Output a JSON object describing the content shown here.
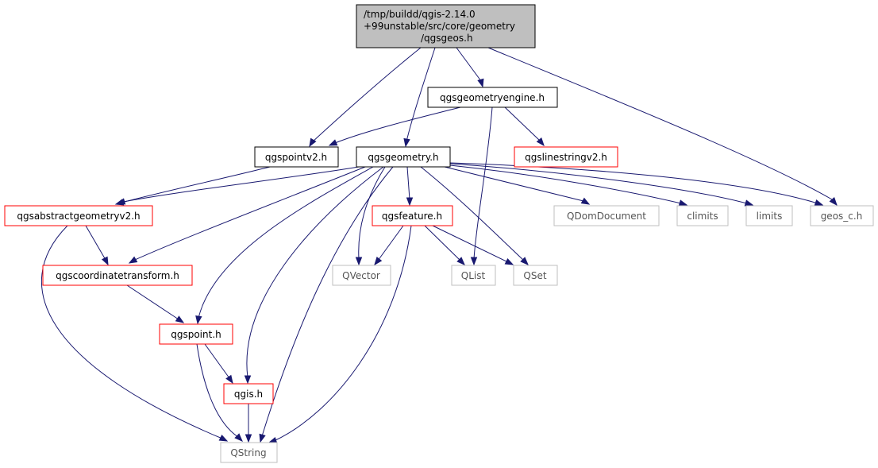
{
  "colors": {
    "edge": "#191970",
    "root_fill": "#bfbfbf",
    "border_black": "#000000",
    "border_red": "#ff0000",
    "border_gray": "#bfbfbf"
  },
  "nodes": {
    "root": {
      "lines": [
        "/tmp/buildd/qgis-2.14.0",
        "+99unstable/src/core/geometry",
        "/qgsgeos.h"
      ]
    },
    "qgsgeometryengine_h": {
      "label": "qgsgeometryengine.h"
    },
    "qgspointv2_h": {
      "label": "qgspointv2.h"
    },
    "qgsgeometry_h": {
      "label": "qgsgeometry.h"
    },
    "qgslinestringv2_h": {
      "label": "qgslinestringv2.h"
    },
    "qgsabstractgeometryv2_h": {
      "label": "qgsabstractgeometryv2.h"
    },
    "qgsfeature_h": {
      "label": "qgsfeature.h"
    },
    "qdomdocument": {
      "label": "QDomDocument"
    },
    "climits": {
      "label": "climits"
    },
    "limits": {
      "label": "limits"
    },
    "geos_c_h": {
      "label": "geos_c.h"
    },
    "qgscoordinatetransform_h": {
      "label": "qgscoordinatetransform.h"
    },
    "qvector": {
      "label": "QVector"
    },
    "qlist": {
      "label": "QList"
    },
    "qset": {
      "label": "QSet"
    },
    "qgspoint_h": {
      "label": "qgspoint.h"
    },
    "qgis_h": {
      "label": "qgis.h"
    },
    "qstring": {
      "label": "QString"
    }
  },
  "edges": [
    [
      "root",
      "qgsgeometryengine_h"
    ],
    [
      "root",
      "qgspointv2_h"
    ],
    [
      "root",
      "qgsgeometry_h"
    ],
    [
      "root",
      "geos_c_h"
    ],
    [
      "qgsgeometryengine_h",
      "qgspointv2_h"
    ],
    [
      "qgsgeometryengine_h",
      "qgslinestringv2_h"
    ],
    [
      "qgsgeometryengine_h",
      "qlist"
    ],
    [
      "qgspointv2_h",
      "qgsabstractgeometryv2_h"
    ],
    [
      "qgsgeometry_h",
      "qgsabstractgeometryv2_h"
    ],
    [
      "qgsgeometry_h",
      "qgscoordinatetransform_h"
    ],
    [
      "qgsgeometry_h",
      "qgspoint_h"
    ],
    [
      "qgsgeometry_h",
      "qgis_h"
    ],
    [
      "qgsgeometry_h",
      "qstring"
    ],
    [
      "qgsgeometry_h",
      "qvector"
    ],
    [
      "qgsgeometry_h",
      "qgsfeature_h"
    ],
    [
      "qgsgeometry_h",
      "qset"
    ],
    [
      "qgsgeometry_h",
      "qdomdocument"
    ],
    [
      "qgsgeometry_h",
      "climits"
    ],
    [
      "qgsgeometry_h",
      "limits"
    ],
    [
      "qgsgeometry_h",
      "geos_c_h"
    ],
    [
      "qgsabstractgeometryv2_h",
      "qgscoordinatetransform_h"
    ],
    [
      "qgsabstractgeometryv2_h",
      "qstring"
    ],
    [
      "qgscoordinatetransform_h",
      "qgspoint_h"
    ],
    [
      "qgsfeature_h",
      "qvector"
    ],
    [
      "qgsfeature_h",
      "qlist"
    ],
    [
      "qgsfeature_h",
      "qset"
    ],
    [
      "qgsfeature_h",
      "qstring"
    ],
    [
      "qgspoint_h",
      "qgis_h"
    ],
    [
      "qgspoint_h",
      "qstring"
    ],
    [
      "qgis_h",
      "qstring"
    ]
  ]
}
